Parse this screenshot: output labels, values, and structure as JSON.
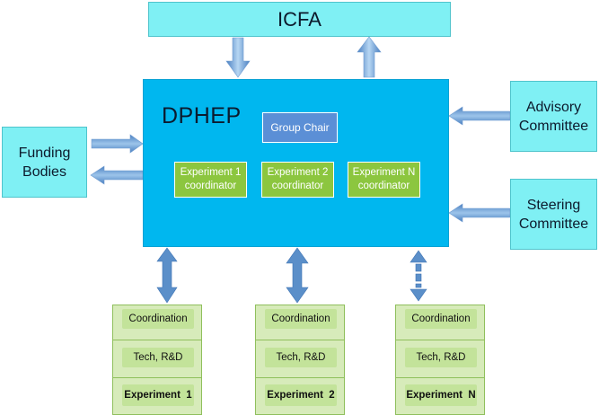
{
  "icfa": {
    "label": "ICFA"
  },
  "funding_bodies": {
    "label": "Funding\nBodies"
  },
  "advisory_committee": {
    "label": "Advisory\nCommittee"
  },
  "steering_committee": {
    "label": "Steering\nCommittee"
  },
  "dphep": {
    "title": "DPHEP",
    "group_chair": "Group Chair",
    "coordinators": [
      "Experiment 1\ncoordinator",
      "Experiment 2\ncoordinator",
      "Experiment N\ncoordinator"
    ]
  },
  "experiments": [
    {
      "coordination": "Coordination",
      "tech": "Tech, R&D",
      "name": "Experiment  1"
    },
    {
      "coordination": "Coordination",
      "tech": "Tech, R&D",
      "name": "Experiment  2"
    },
    {
      "coordination": "Coordination",
      "tech": "Tech, R&D",
      "name": "Experiment  N"
    }
  ],
  "colors": {
    "cyan_box": "#7ff0f4",
    "dphep_box": "#00b7ef",
    "group_chair": "#5b8fd6",
    "coordinator": "#8cc63f",
    "experiment_stack": "#d7ebba",
    "arrow": "#5b8fc9"
  }
}
